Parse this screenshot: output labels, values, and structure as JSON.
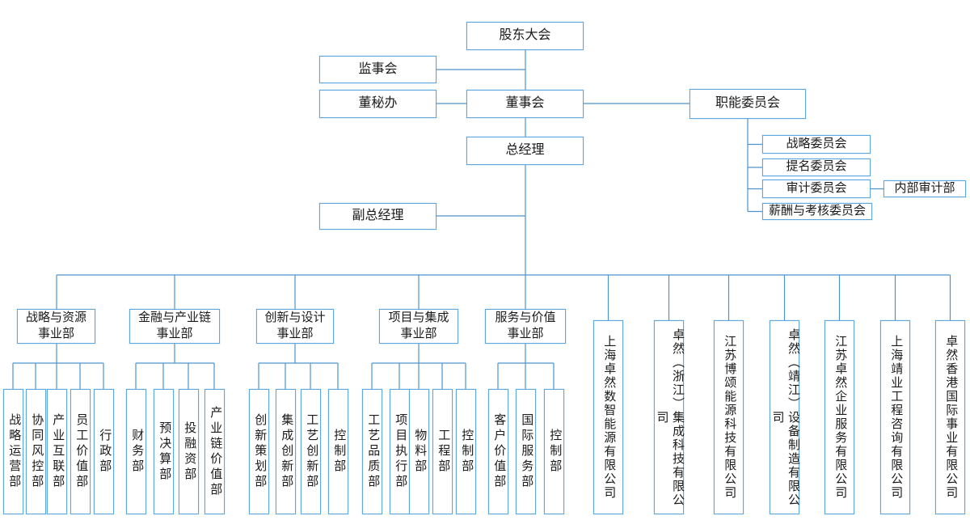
{
  "colors": {
    "box_border": "#5FA8DF",
    "connector_line": "#4D94CC",
    "text": "#1A1A1A",
    "background": "#FFFFFF"
  },
  "nodes": {
    "shareholders_meeting": "股东大会",
    "supervisory_board": "监事会",
    "board_secretary_office": "董秘办",
    "board_of_directors": "董事会",
    "functional_committees": "职能委员会",
    "general_manager": "总经理",
    "deputy_general_manager": "副总经理",
    "internal_audit_dept": "内部审计部"
  },
  "committees": [
    "战略委员会",
    "提名委员会",
    "审计委员会",
    "薪酬与考核委员会"
  ],
  "divisions": [
    {
      "name": "战略与资源\n事业部",
      "departments": [
        "战略运营部",
        "协同风控部",
        "产业互联部",
        "员工价值部",
        "行政部"
      ]
    },
    {
      "name": "金融与产业链\n事业部",
      "departments": [
        "财务部",
        "预决算部",
        "投融资部",
        "产业链价值部"
      ]
    },
    {
      "name": "创新与设计\n事业部",
      "departments": [
        "创新策划部",
        "集成创新部",
        "工艺创新部",
        "控制部"
      ]
    },
    {
      "name": "项目与集成\n事业部",
      "departments": [
        "工艺品质部",
        "项目执行部",
        "物料部",
        "工程部",
        "控制部"
      ]
    },
    {
      "name": "服务与价值\n事业部",
      "departments": [
        "客户价值部",
        "国际服务部",
        "控制部"
      ]
    }
  ],
  "subsidiaries": [
    "上海卓然数智能源有限公司",
    "卓然（浙江）集成科技有限公司",
    "江苏博颂能源科技有限公司",
    "卓然（靖江）设备制造有限公司",
    "江苏卓然企业服务有限公司",
    "上海靖业工程咨询有限公司",
    "卓然香港国际事业有限公司"
  ]
}
